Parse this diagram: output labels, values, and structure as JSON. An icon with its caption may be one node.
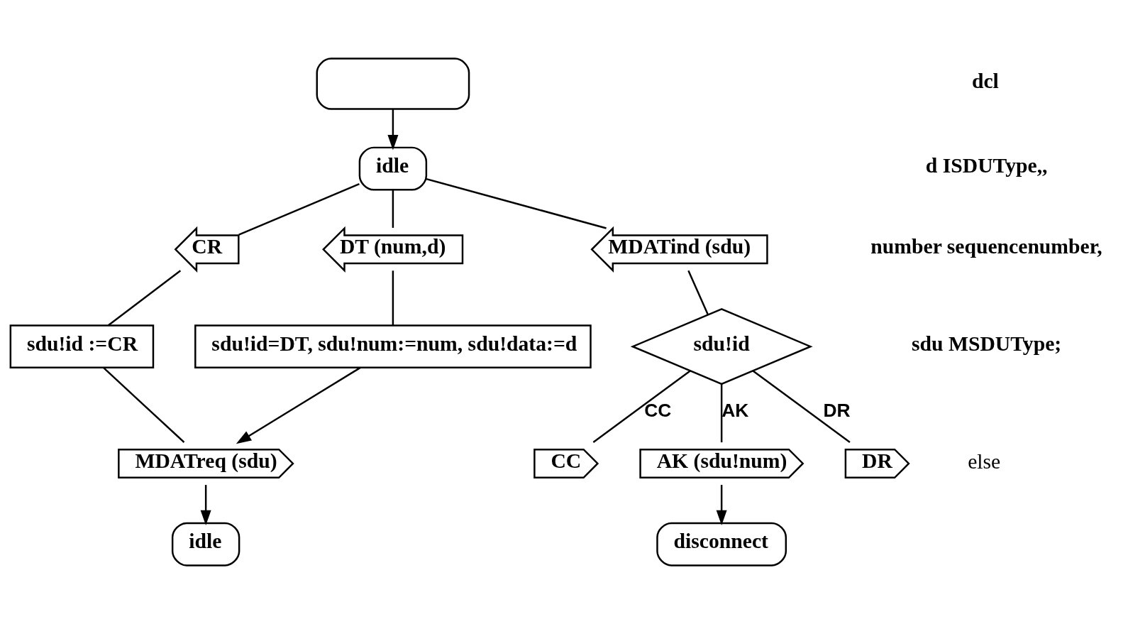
{
  "diagram": {
    "nodes": [
      {
        "text": [],
        "shape": "box"
      },
      {
        "text": [
          "idle"
        ]
      },
      {
        "text": [
          "CR"
        ]
      },
      {
        "text": [
          "sdu!id :=CR"
        ]
      },
      {
        "text": [
          "DT (num,d)"
        ]
      },
      {
        "text": [
          "sdu!id=DT, sdu!num:=num, sdu!data:=d"
        ]
      },
      {
        "text": [
          "MDATind (sdu)"
        ]
      },
      {
        "text": [
          "sdu!id"
        ]
      },
      {
        "text": [
          "MDATreq (sdu)"
        ]
      },
      {
        "text": [
          "idle"
        ]
      },
      {
        "text": [
          "CC"
        ]
      },
      {
        "text": [
          "AK (sdu!num)"
        ]
      },
      {
        "text": [
          "DR"
        ]
      },
      {
        "text": [
          "disconnect"
        ]
      }
    ],
    "edges": [
      {
        "from": 0,
        "to": 1,
        "arrow": "to"
      },
      {
        "from": 1,
        "to": 2,
        "arrow": "none"
      },
      {
        "from": 1,
        "to": 4,
        "arrow": "none"
      },
      {
        "from": 1,
        "to": 6,
        "arrow": "none"
      },
      {
        "from": 2,
        "to": 3,
        "arrow": "none"
      },
      {
        "from": 3,
        "to": 8,
        "arrow": "none"
      },
      {
        "from": 4,
        "to": 5,
        "arrow": "none"
      },
      {
        "from": 5,
        "to": 8,
        "arrow": "to"
      },
      {
        "from": 6,
        "to": 7,
        "arrow": "none"
      },
      {
        "from": 7,
        "to": 10,
        "arrow": "none",
        "label": "CC"
      },
      {
        "from": 7,
        "to": 11,
        "arrow": "none",
        "label": "AK"
      },
      {
        "from": 7,
        "to": 12,
        "arrow": "none",
        "label": "DR"
      },
      {
        "from": 8,
        "to": 9,
        "arrow": "to"
      },
      {
        "from": 11,
        "to": 13,
        "arrow": "to"
      }
    ],
    "labels": [
      "dcl",
      "d ISDUType,,",
      "number sequencenumber,",
      "sdu MSDUType;",
      "else"
    ]
  }
}
